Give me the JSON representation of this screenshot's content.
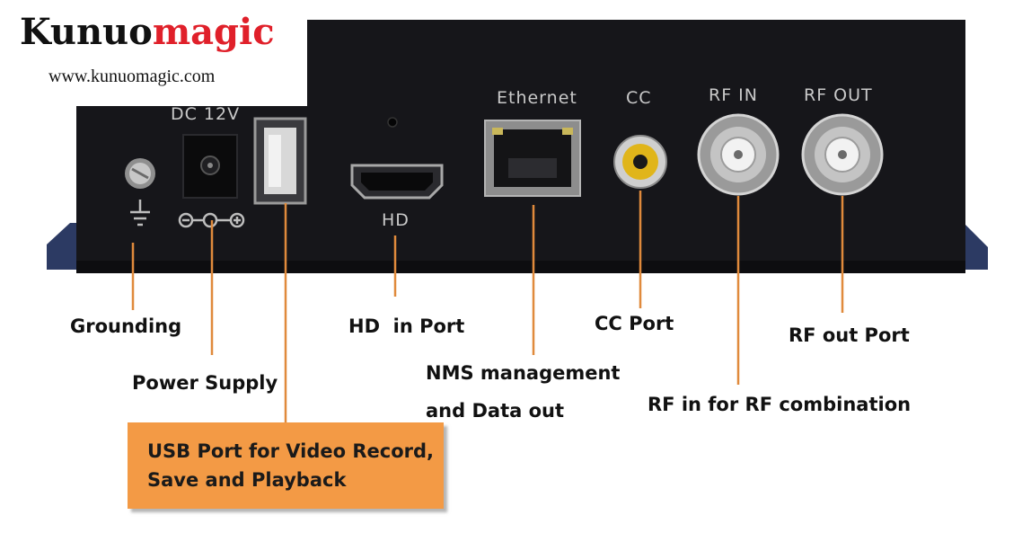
{
  "logo": {
    "brand_part1": "Kunuo",
    "brand_part2": "magic",
    "website": "www.kunuomagic.com",
    "brand_color": "#e0202a"
  },
  "device_labels": {
    "dc": "DC 12V",
    "hd": "HD",
    "ethernet": "Ethernet",
    "cc": "CC",
    "rf_in": "RF IN",
    "rf_out": "RF OUT"
  },
  "callouts": {
    "grounding": "Grounding",
    "power_supply": "Power Supply",
    "usb_line1": "USB Port for Video Record,",
    "usb_line2": "Save and Playback",
    "hd_in": "HD  in Port",
    "nms_line1": "NMS management",
    "nms_line2": "and Data out",
    "cc_port": "CC Port",
    "rf_in": "RF in for RF combination",
    "rf_out": "RF out Port"
  },
  "colors": {
    "leader_line": "#e08a3c",
    "usb_box_fill": "#f39a45",
    "device_panel": "#16161a",
    "cc_jack": "#e0b51a"
  }
}
